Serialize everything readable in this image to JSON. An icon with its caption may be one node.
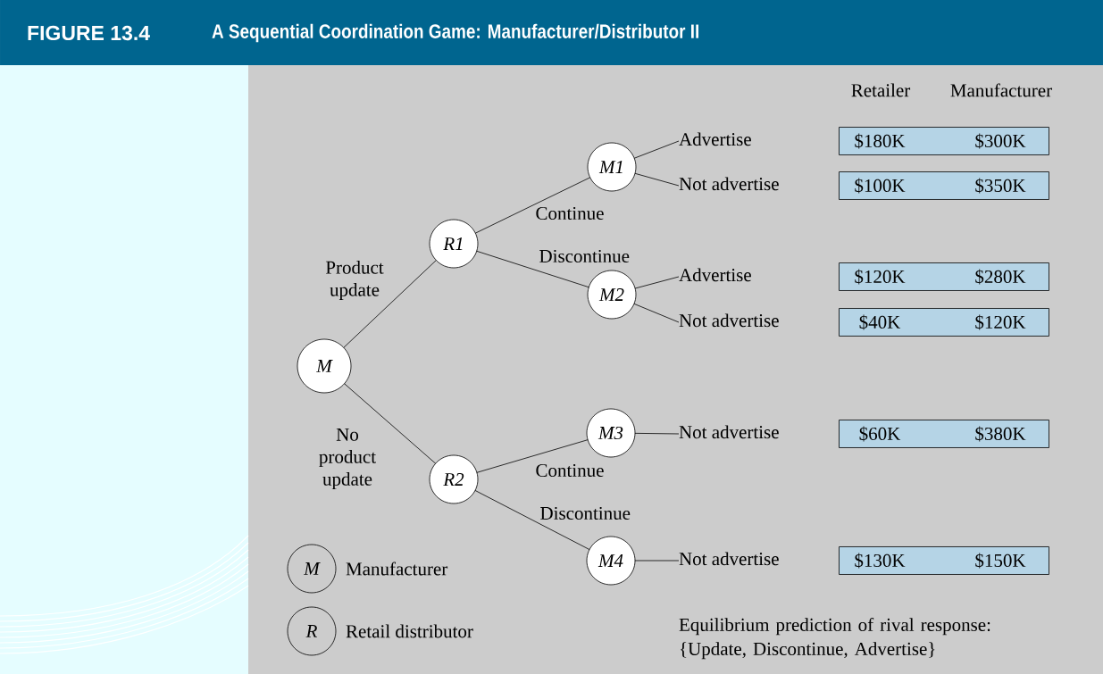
{
  "diagram": {
    "title": "A Sequential Coordination Game: Manufacturer/Distributor II",
    "nodes": [
      {
        "text": [
          "M"
        ]
      },
      {
        "text": [
          "R1"
        ]
      },
      {
        "text": [
          "M1"
        ]
      },
      {
        "text": [
          "M2"
        ]
      },
      {
        "text": [
          "R2"
        ]
      },
      {
        "text": [
          "M3"
        ]
      },
      {
        "text": [
          "M4"
        ]
      },
      {
        "text": [
          "Advertise"
        ]
      },
      {
        "text": [
          "Not advertise"
        ]
      },
      {
        "text": [
          "Advertise"
        ]
      },
      {
        "text": [
          "Not advertise"
        ]
      },
      {
        "text": [
          "Not advertise"
        ]
      },
      {
        "text": [
          "Not advertise"
        ]
      },
      {
        "text": [
          "$180K",
          "$300K"
        ]
      },
      {
        "text": [
          "$100K",
          "$350K"
        ]
      },
      {
        "text": [
          "$120K",
          "$280K"
        ]
      },
      {
        "text": [
          "$40K",
          "$120K"
        ]
      },
      {
        "text": [
          "$60K",
          "$380K"
        ]
      },
      {
        "text": [
          "$130K",
          "$150K"
        ]
      },
      {
        "text": [
          "M"
        ],
        "beside": [
          "Manufacturer"
        ]
      },
      {
        "text": [
          "R"
        ],
        "beside": [
          "Retail distributor"
        ]
      }
    ],
    "edges": [
      {
        "from": 0,
        "to": 1,
        "arrow": "none",
        "label": "Product update"
      },
      {
        "from": 0,
        "to": 4,
        "arrow": "none",
        "label": "No product update"
      },
      {
        "from": 1,
        "to": 2,
        "arrow": "none",
        "label": "Continue"
      },
      {
        "from": 1,
        "to": 3,
        "arrow": "none",
        "label": "Discontinue"
      },
      {
        "from": 4,
        "to": 5,
        "arrow": "none",
        "label": "Continue"
      },
      {
        "from": 4,
        "to": 6,
        "arrow": "none",
        "label": "Discontinue"
      },
      {
        "from": 2,
        "to": 7,
        "arrow": "none"
      },
      {
        "from": 2,
        "to": 8,
        "arrow": "none"
      },
      {
        "from": 3,
        "to": 9,
        "arrow": "none"
      },
      {
        "from": 3,
        "to": 10,
        "arrow": "none"
      },
      {
        "from": 5,
        "to": 11,
        "arrow": "none"
      },
      {
        "from": 6,
        "to": 12,
        "arrow": "none"
      }
    ],
    "labels": [
      "FIGURE 13.4",
      "Retailer",
      "Manufacturer",
      "Equilibrium prediction of rival response: {Update, Discontinue, Advertise}"
    ]
  }
}
